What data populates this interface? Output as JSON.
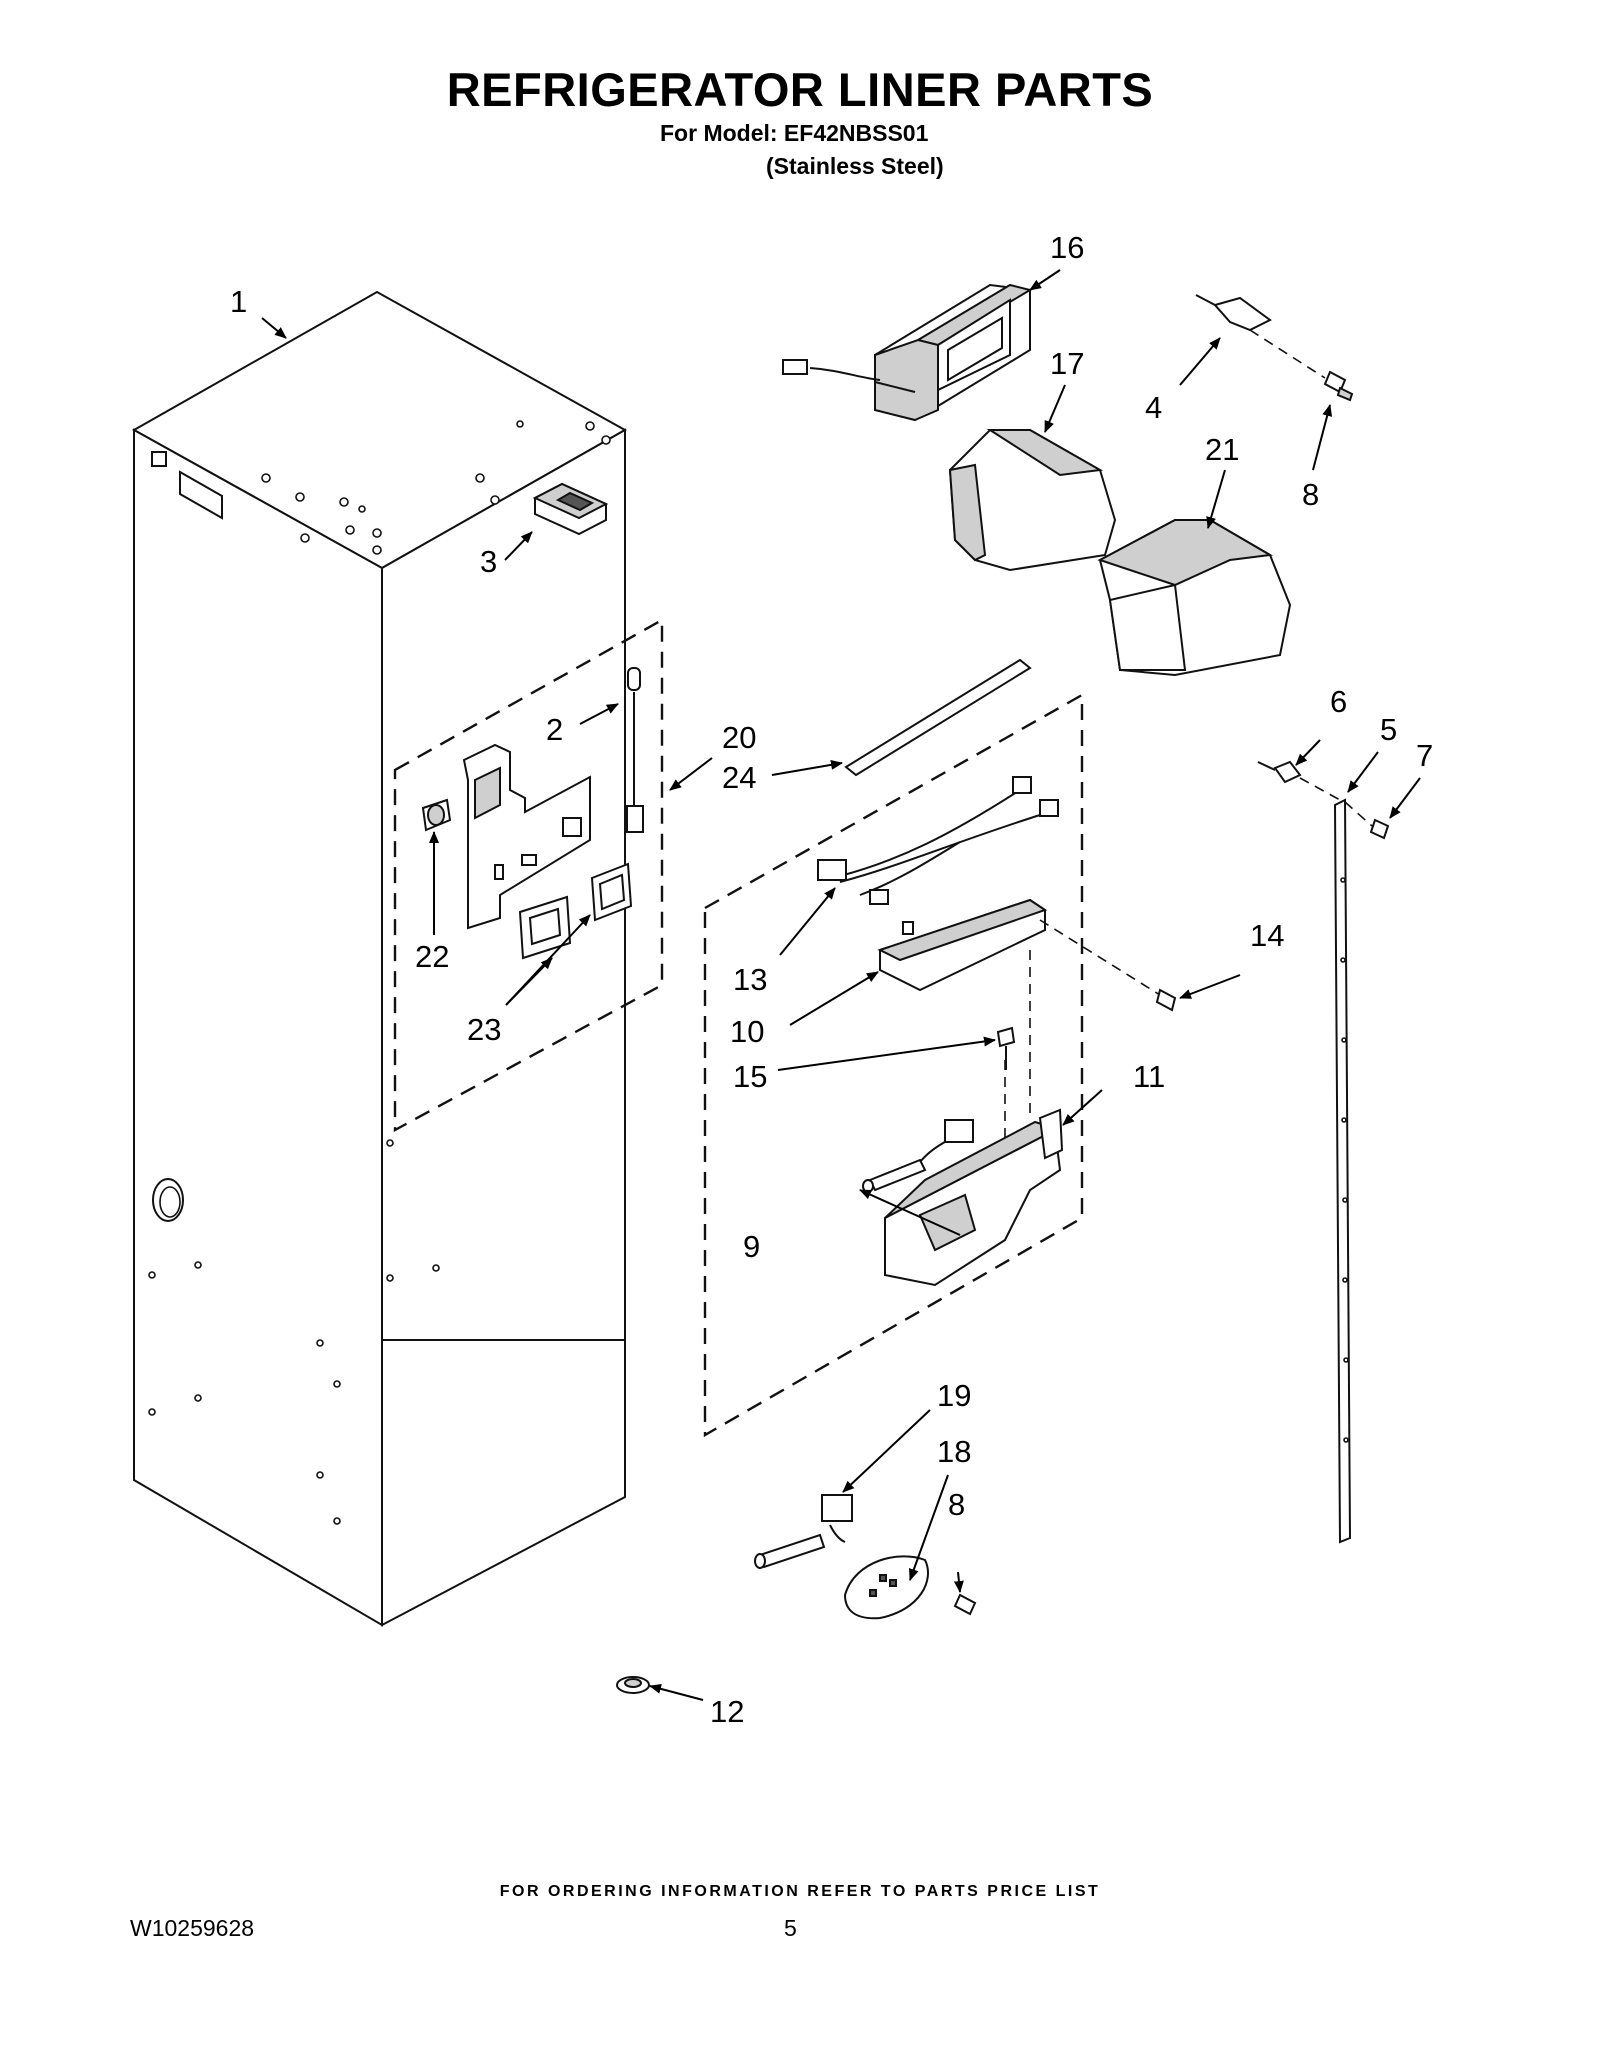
{
  "header": {
    "title": "REFRIGERATOR LINER PARTS",
    "model_line": "For Model: EF42NBSS01",
    "finish_line": "(Stainless Steel)"
  },
  "callouts": [
    "1",
    "2",
    "3",
    "4",
    "5",
    "6",
    "7",
    "8",
    "9",
    "10",
    "11",
    "12",
    "13",
    "14",
    "15",
    "16",
    "17",
    "18",
    "19",
    "20",
    "21",
    "22",
    "23",
    "24"
  ],
  "callout_8_second": "8",
  "footer": {
    "note": "FOR ORDERING INFORMATION REFER TO PARTS PRICE LIST",
    "doc_number": "W10259628",
    "page_number": "5"
  }
}
